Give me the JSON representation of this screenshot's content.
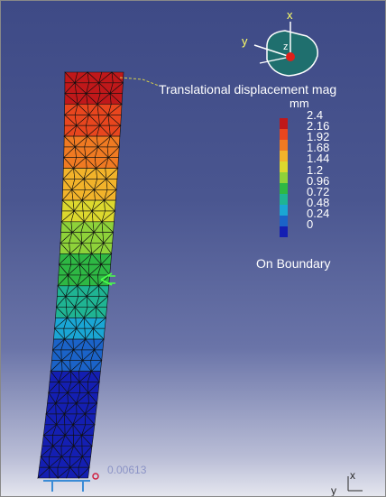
{
  "legend": {
    "title": "Translational displacement mag",
    "unit": "mm",
    "boundary_label": "On Boundary",
    "ticks": [
      "2.4",
      "2.16",
      "1.92",
      "1.68",
      "1.44",
      "1.2",
      "0.96",
      "0.72",
      "0.48",
      "0.24",
      "0"
    ],
    "swatches": [
      "#c0181a",
      "#e8461e",
      "#f07a22",
      "#f2b32a",
      "#dcd82e",
      "#8ed23a",
      "#2eb844",
      "#1fb493",
      "#1aa6d4",
      "#1b63c8",
      "#141fb2"
    ]
  },
  "compass": {
    "x_label": "x",
    "y_label": "y",
    "z_label": "z"
  },
  "corner_axis": {
    "x_label": "x",
    "y_label": "y"
  },
  "readout": {
    "value": "0.00613"
  },
  "colors": {
    "background_top": "#3e4a86",
    "background_bottom": "#e6e7ef",
    "mesh_line": "#101010",
    "compass_face": "#1f6f6e"
  }
}
